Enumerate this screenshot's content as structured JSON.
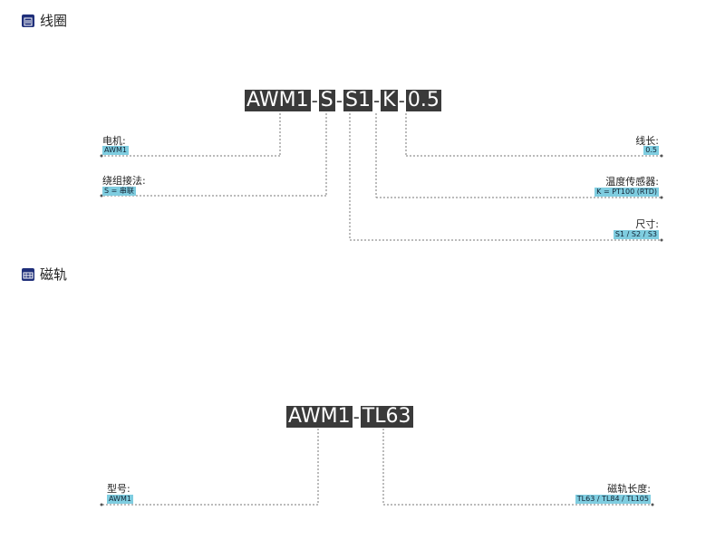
{
  "coil": {
    "title": "线圈",
    "code": [
      "AWM1",
      "S",
      "S1",
      "K",
      "0.5"
    ],
    "separator": "-",
    "motor_label": "电机:",
    "motor_value": "AWM1",
    "winding_label": "绕组接法:",
    "winding_value": "S = 串联",
    "length_label": "线长:",
    "length_value": "0.5",
    "temp_label": "温度传感器:",
    "temp_value": "K = PT100 (RTD)",
    "size_label": "尺寸:",
    "size_value": "S1 / S2 / S3"
  },
  "rail": {
    "title": "磁轨",
    "code": [
      "AWM1",
      "TL63"
    ],
    "separator": "-",
    "model_label": "型号:",
    "model_value": "AWM1",
    "rail_length_label": "磁轨长度:",
    "rail_length_value": "TL63 / TL84 / TL105"
  }
}
